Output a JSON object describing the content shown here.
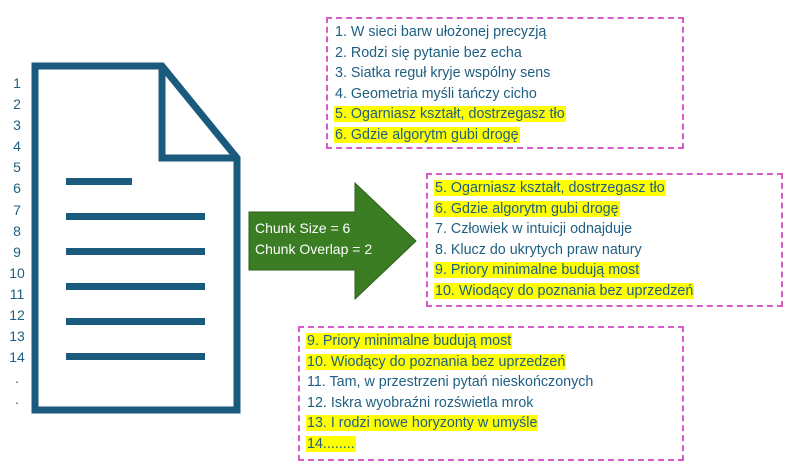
{
  "line_numbers": [
    "1",
    "2",
    "3",
    "4",
    "5",
    "6",
    "7",
    "8",
    "9",
    "10",
    "11",
    "12",
    "13",
    "14",
    ".",
    "."
  ],
  "arrow": {
    "chunk_size": "Chunk Size = 6",
    "chunk_overlap": "Chunk Overlap = 2",
    "color": "#3a7d22"
  },
  "colors": {
    "doc": "#1a5a7d",
    "text": "#1e5f82",
    "highlight": "#ffff00",
    "border": "#d95bc9"
  },
  "chunks": [
    {
      "lines": [
        {
          "text": "1. W sieci barw ułożonej precyzją",
          "highlighted": false
        },
        {
          "text": "2. Rodzi się pytanie bez echa",
          "highlighted": false
        },
        {
          "text": "3. Siatka reguł kryje wspólny sens",
          "highlighted": false
        },
        {
          "text": "4. Geometria myśli tańczy cicho",
          "highlighted": false
        },
        {
          "text": "5. Ogarniasz kształt, dostrzegasz tło",
          "highlighted": true
        },
        {
          "text": "6. Gdzie algorytm gubi drogę",
          "highlighted": true
        }
      ]
    },
    {
      "lines": [
        {
          "text": "5. Ogarniasz kształt, dostrzegasz tło",
          "highlighted": true
        },
        {
          "text": "6. Gdzie algorytm gubi drogę",
          "highlighted": true
        },
        {
          "text": "7. Człowiek w intuicji odnajduje",
          "highlighted": false
        },
        {
          "text": "8. Klucz do ukrytych praw natury",
          "highlighted": false
        },
        {
          "text": "9. Priory minimalne budują most",
          "highlighted": true
        },
        {
          "text": "10. Wiodący do poznania bez uprzedzeń",
          "highlighted": true
        }
      ]
    },
    {
      "lines": [
        {
          "text": "9. Priory minimalne budują most",
          "highlighted": true
        },
        {
          "text": "10. Wiodący do poznania bez uprzedzeń",
          "highlighted": true
        },
        {
          "text": "11. Tam, w przestrzeni pytań nieskończonych",
          "highlighted": false
        },
        {
          "text": "12. Iskra wyobraźni rozświetla mrok",
          "highlighted": false
        },
        {
          "text": "13. I rodzi nowe horyzonty w umyśle",
          "highlighted": true
        },
        {
          "text": "14........",
          "highlighted": true
        }
      ]
    }
  ]
}
